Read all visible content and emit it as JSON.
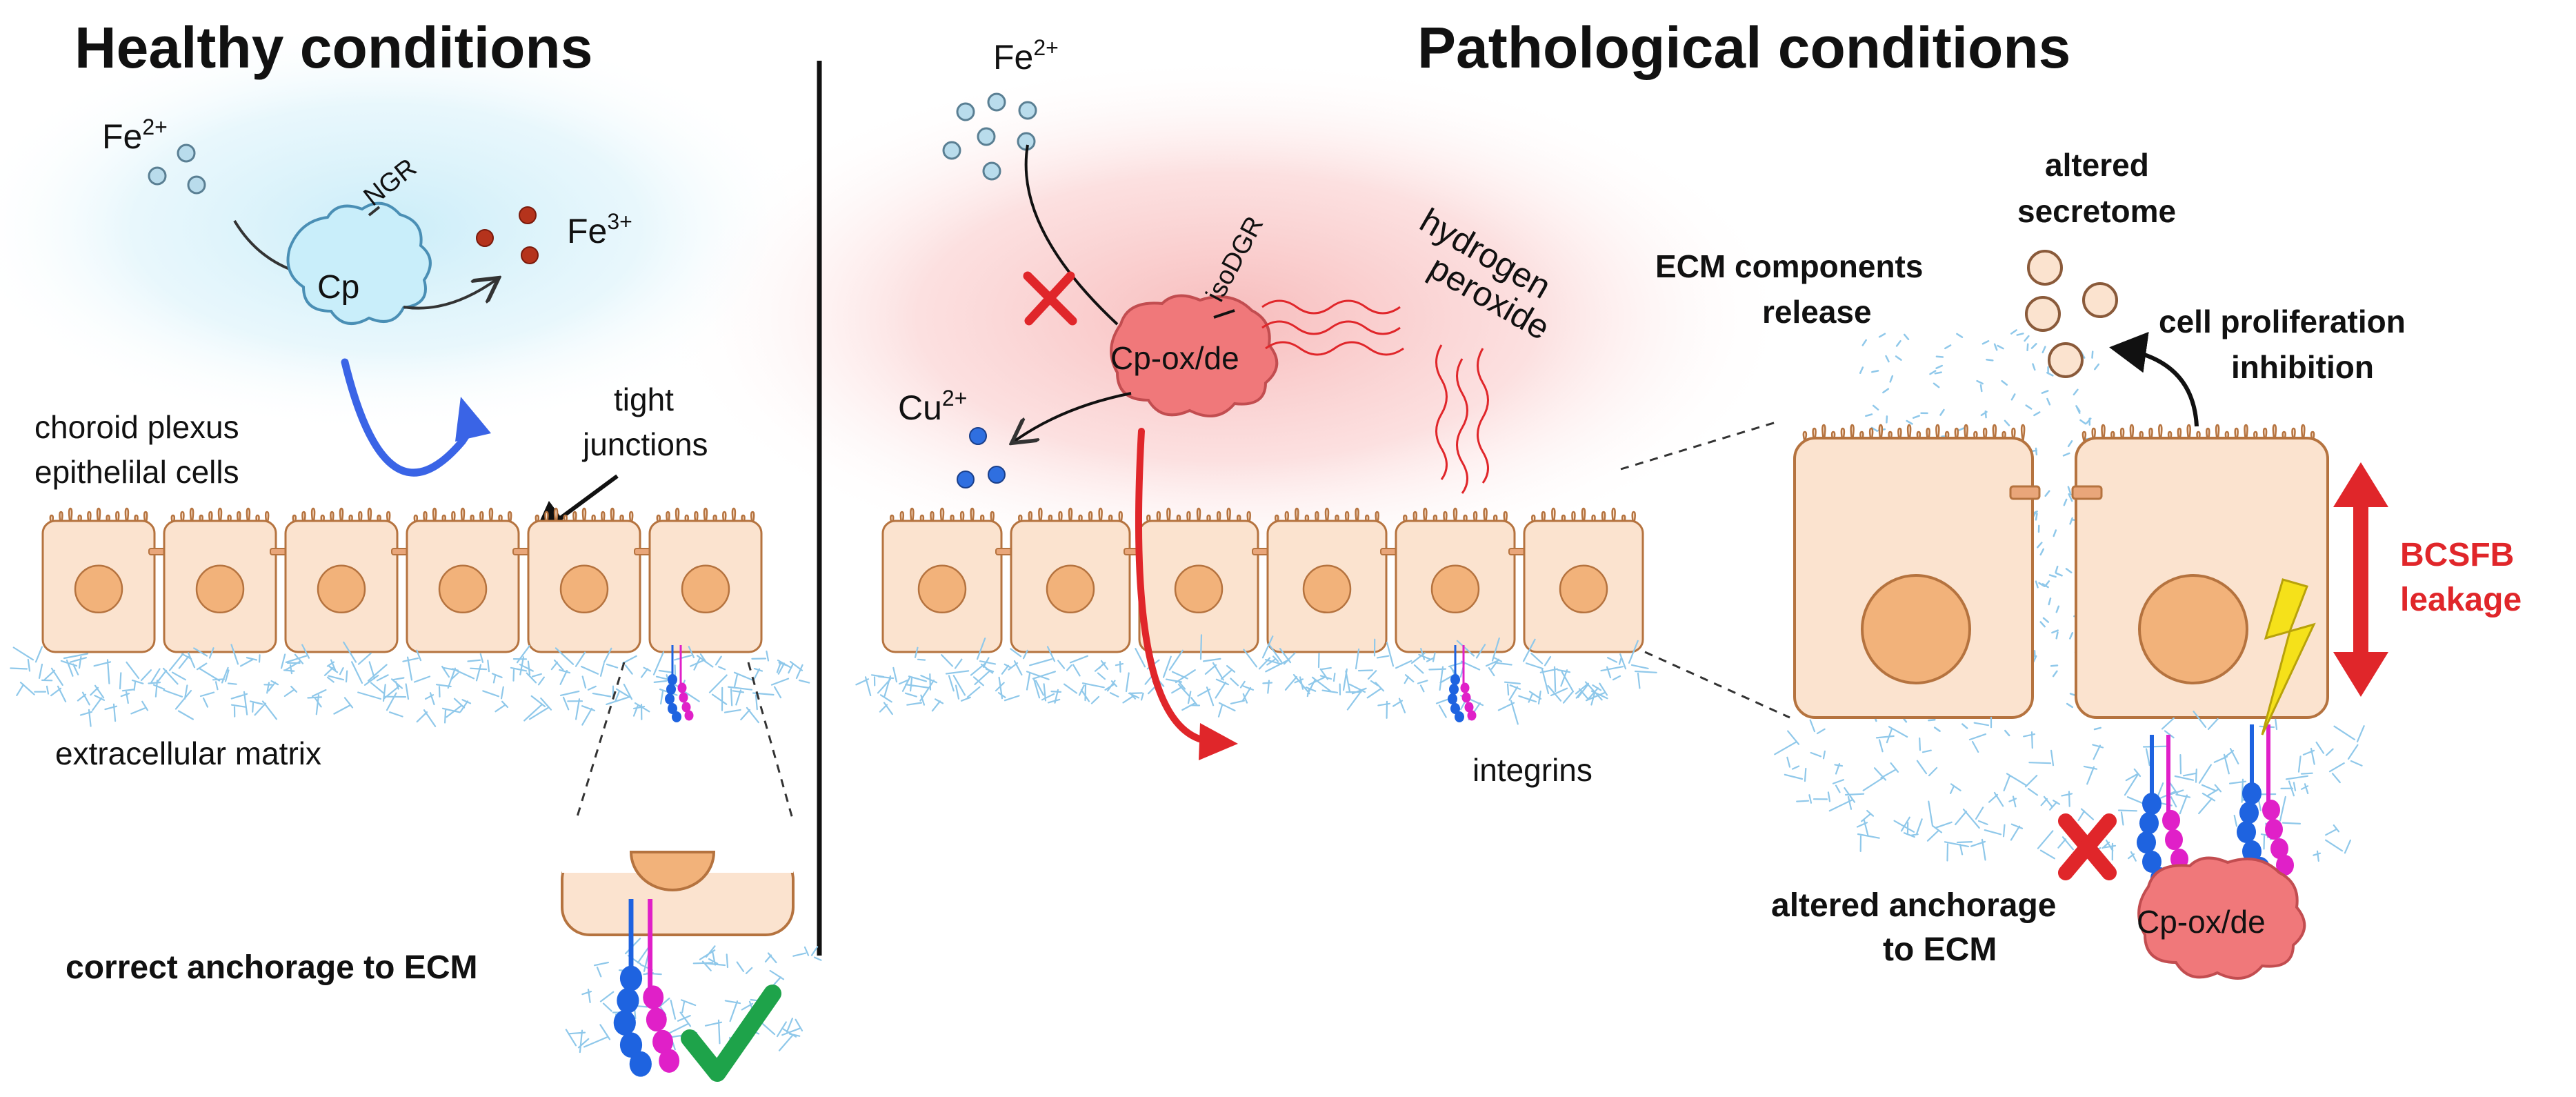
{
  "healthy": {
    "title": "Healthy conditions",
    "fe2": "Fe",
    "fe2_sup": "2+",
    "fe3": "Fe",
    "fe3_sup": "3+",
    "cp": "Cp",
    "ngr": "NGR",
    "cells_label_1": "choroid plexus",
    "cells_label_2": "epithelilal cells",
    "tight_1": "tight",
    "tight_2": "junctions",
    "ecm": "extracellular matrix",
    "anchorage": "correct anchorage to ECM"
  },
  "pathological": {
    "title": "Pathological conditions",
    "fe2": "Fe",
    "fe2_sup": "2+",
    "isodgr": "isoDGR",
    "cpox": "Cp-ox/de",
    "cu": "Cu",
    "cu_sup": "2+",
    "h2o2_1": "hydrogen",
    "h2o2_2": "peroxide",
    "integrins": "integrins",
    "ecm_release_1": "ECM components",
    "ecm_release_2": "release",
    "secretome_1": "altered",
    "secretome_2": "secretome",
    "prolif_1": "cell proliferation",
    "prolif_2": "inhibition",
    "bcsfb_1": "BCSFB",
    "bcsfb_2": "leakage",
    "anch_1": "altered anchorage",
    "anch_2": "to ECM",
    "cpox_zoom": "Cp-ox/de"
  },
  "colors": {
    "cell_fill": "#fbe3cf",
    "cell_stroke": "#b5733f",
    "nucleus": "#f2b27a",
    "ecm": "#8fc8ea",
    "fe2_dot": "#b9dcec",
    "fe3_dot": "#b5331c",
    "cu_dot": "#2f6fe0",
    "cp_fill": "#c9eefa",
    "cpox_fill": "#f0787a",
    "blue_arrow": "#3a64e6",
    "red": "#e0262a",
    "check": "#1ea34a",
    "bolt": "#f5e11a",
    "integrin_blue": "#1e63e0",
    "integrin_magenta": "#e020c8"
  }
}
